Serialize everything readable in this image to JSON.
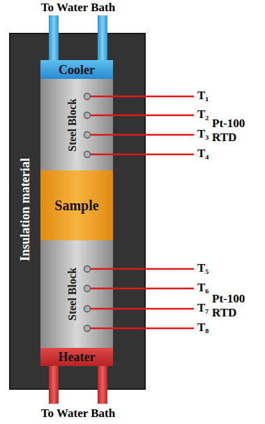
{
  "diagram": {
    "nodes": [
      {
        "text": [
          "Insulation material"
        ]
      },
      {
        "text": [
          "Cooler"
        ],
        "in": 0
      },
      {
        "text": [
          "Steel Block"
        ],
        "in": 0
      },
      {
        "text": [
          "Sample"
        ],
        "in": 0
      },
      {
        "text": [
          "Steel Block"
        ],
        "in": 0
      },
      {
        "text": [
          "Heater"
        ],
        "in": 0
      }
    ],
    "labels": [
      "To Water Bath",
      "T₁",
      "T₂",
      "T₃",
      "T₄",
      "Pt-100 RTD",
      "T₅",
      "T₆",
      "T₇",
      "T₈",
      "Pt-100 RTD",
      "To Water Bath"
    ]
  }
}
